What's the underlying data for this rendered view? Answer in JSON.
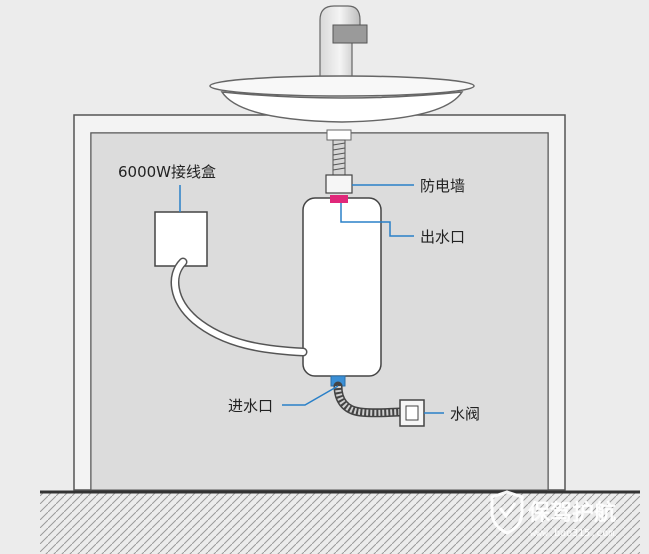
{
  "labels": {
    "junction_box": "6000W接线盒",
    "anti_shock_wall": "防电墙",
    "water_outlet": "出水口",
    "water_inlet": "进水口",
    "water_valve": "水阀"
  },
  "watermark": {
    "brand": "保驾护航",
    "url": "www.bao315.com"
  },
  "colors": {
    "background": "#ececec",
    "outline": "#555555",
    "cabinet_fill": "#dcdcdc",
    "heater_fill": "#ffffff",
    "outlet_marker": "#e0287a",
    "inlet_pipe": "#3a8fd6",
    "floor_hatch": "#9a9a9a"
  },
  "icons": {
    "watermark_logo": "shield-icon"
  }
}
